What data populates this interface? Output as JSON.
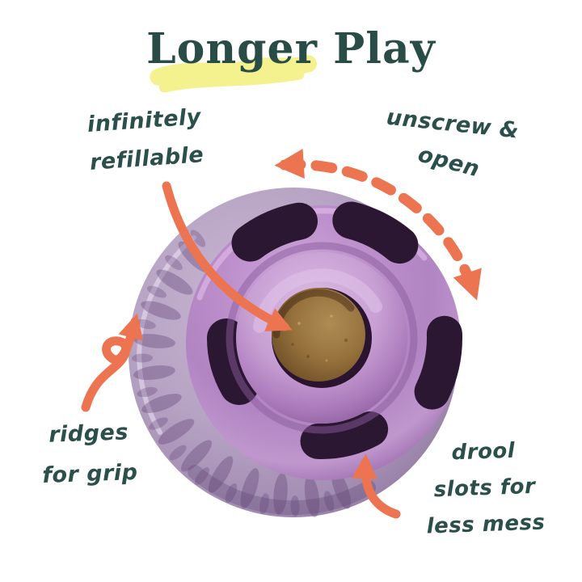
{
  "title": {
    "text": "Longer Play"
  },
  "callouts": {
    "refillable": {
      "line1": "infinitely",
      "line2": "refillable"
    },
    "unscrew": {
      "line1": "unscrew &",
      "line2": "open"
    },
    "ridges": {
      "line1": "ridges",
      "line2": "for grip"
    },
    "drool": {
      "line1": "drool",
      "line2": "slots for",
      "line3": "less mess"
    }
  },
  "colors": {
    "heading_teal": "#2a4c46",
    "callout_teal": "#2b4f4a",
    "highlight_yellow": "#f4f18f",
    "arrow_orange": "#ec7450",
    "ball_face_purple": "#bb8cca",
    "ball_side_lavender": "#b6a3c3",
    "slot_dark_purple": "#2b1732",
    "treat_brown": "#96713c"
  }
}
